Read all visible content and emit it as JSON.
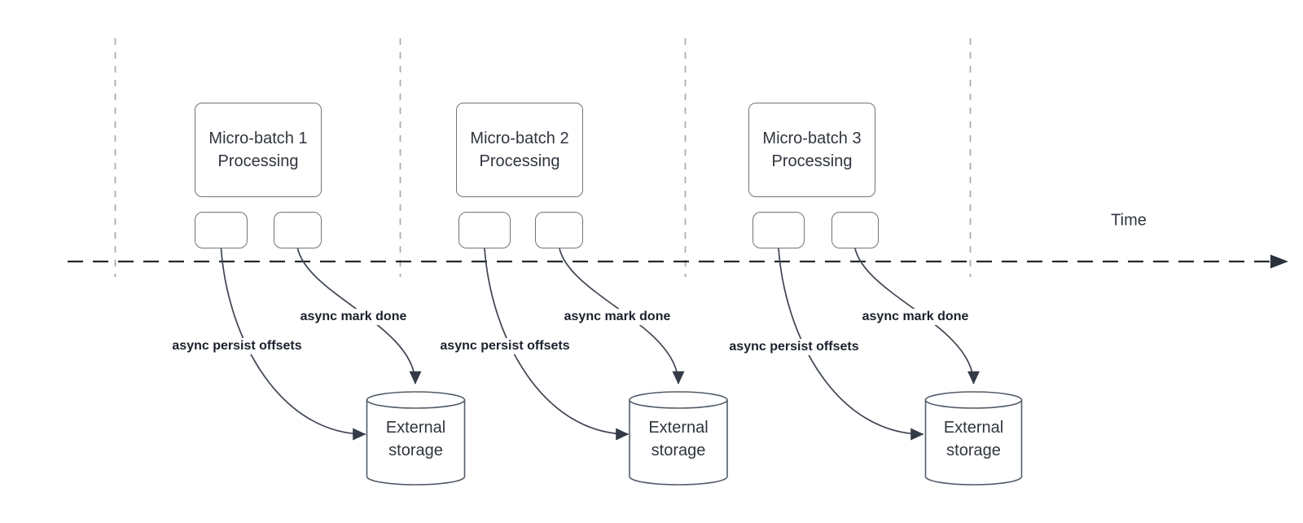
{
  "diagram": {
    "time_label": "Time",
    "groups": [
      {
        "box_line1": "Micro-batch 1",
        "box_line2": "Processing",
        "persist_label": "async persist offsets",
        "done_label": "async mark done",
        "storage_line1": "External",
        "storage_line2": "storage"
      },
      {
        "box_line1": "Micro-batch 2",
        "box_line2": "Processing",
        "persist_label": "async persist offsets",
        "done_label": "async mark done",
        "storage_line1": "External",
        "storage_line2": "storage"
      },
      {
        "box_line1": "Micro-batch 3",
        "box_line2": "Processing",
        "persist_label": "async persist offsets",
        "done_label": "async mark done",
        "storage_line1": "External",
        "storage_line2": "storage"
      }
    ],
    "colors": {
      "background": "#ffffff",
      "shape_stroke": "#6e757d",
      "cylinder_stroke": "#525c68",
      "arrow_stroke": "#3f4653",
      "arrowhead_fill": "#343b47",
      "gridline": "#a9a9ad",
      "timeline": "#23272e",
      "box_text": "#30353e",
      "edge_label_text": "#1b202c"
    }
  }
}
